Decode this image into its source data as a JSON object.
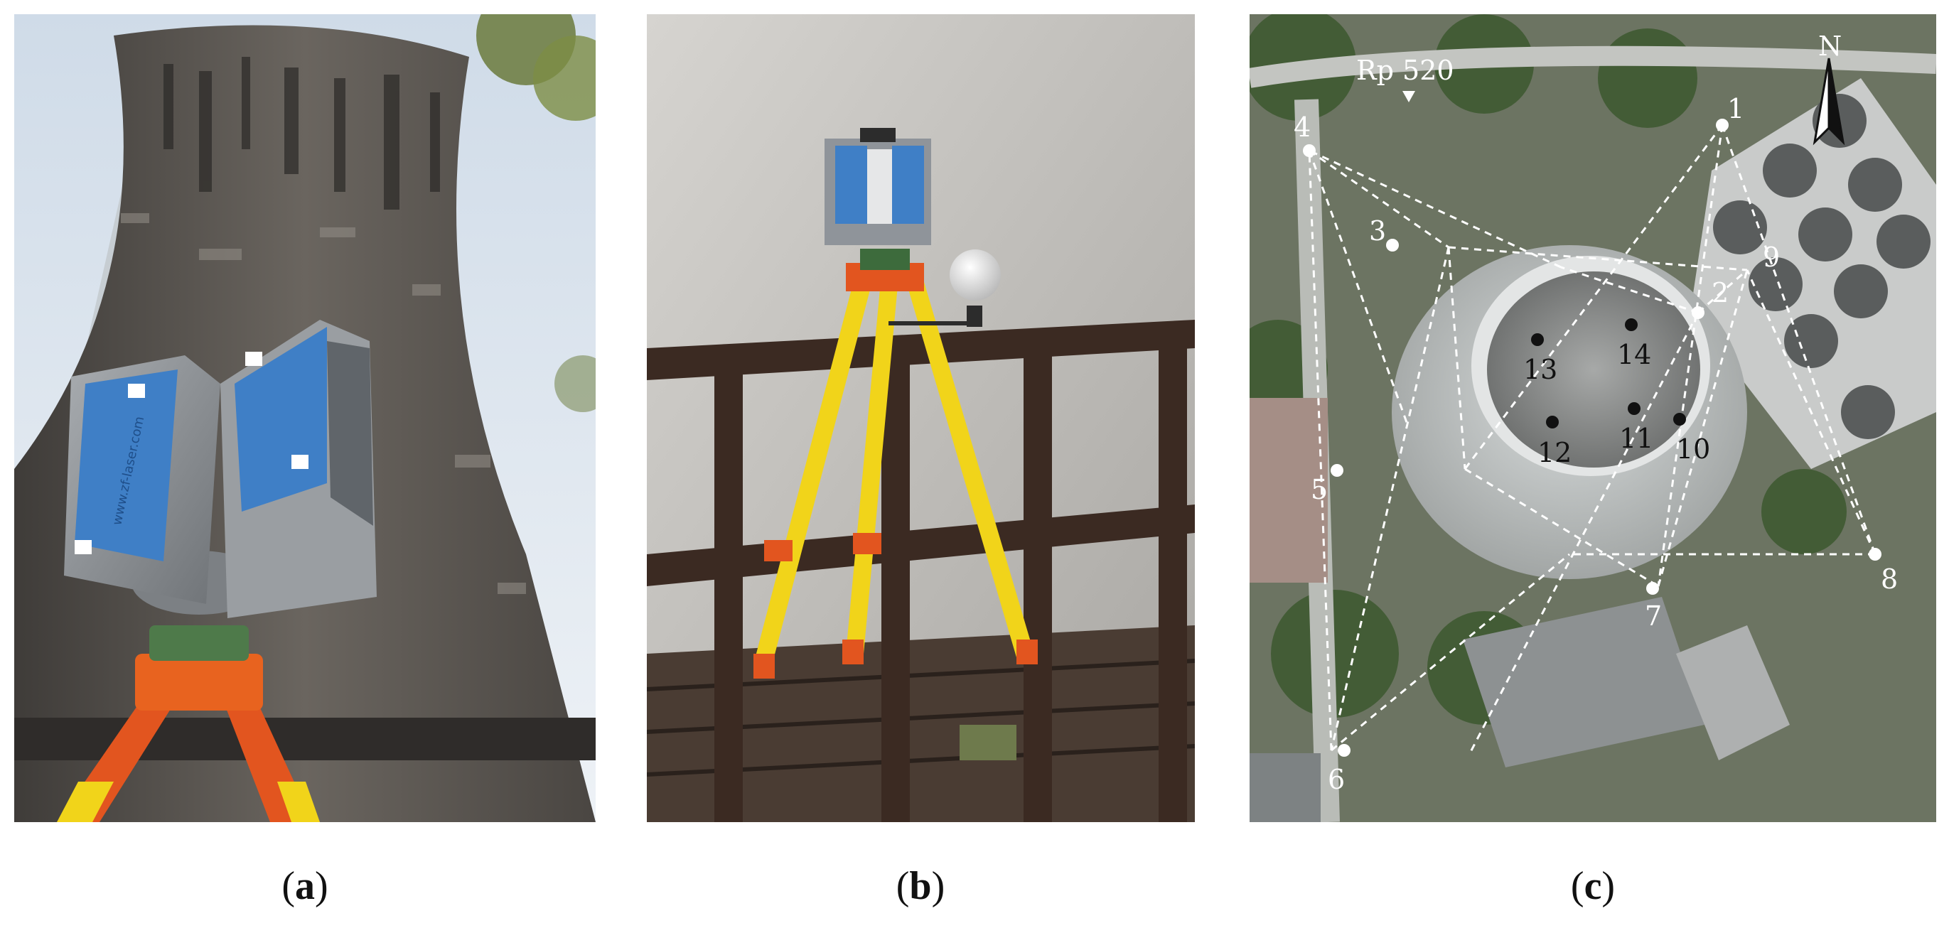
{
  "figure": {
    "panels": [
      {
        "id": "a",
        "caption_letter": "a",
        "scanner_url_text": "www.zf-laser.com"
      },
      {
        "id": "b",
        "caption_letter": "b"
      },
      {
        "id": "c",
        "caption_letter": "c"
      }
    ]
  },
  "map": {
    "benchmark_label": "Rp 520",
    "north_label": "N",
    "stations": [
      {
        "label": "1"
      },
      {
        "label": "2"
      },
      {
        "label": "3"
      },
      {
        "label": "4"
      },
      {
        "label": "5"
      },
      {
        "label": "6"
      },
      {
        "label": "7"
      },
      {
        "label": "8"
      },
      {
        "label": "9"
      }
    ],
    "targets": [
      {
        "label": "10"
      },
      {
        "label": "11"
      },
      {
        "label": "12"
      },
      {
        "label": "13"
      },
      {
        "label": "14"
      }
    ]
  },
  "colors": {
    "tower_concrete": "#5e5a55",
    "sky": "#dfe7ef",
    "scanner_blue": "#3f7fc6",
    "tripod_orange": "#e2551f",
    "tripod_yellow": "#f1d41a",
    "railing_brown": "#3b2a22",
    "map_green": "#4a5f36",
    "dashed_line": "#ffffff"
  }
}
